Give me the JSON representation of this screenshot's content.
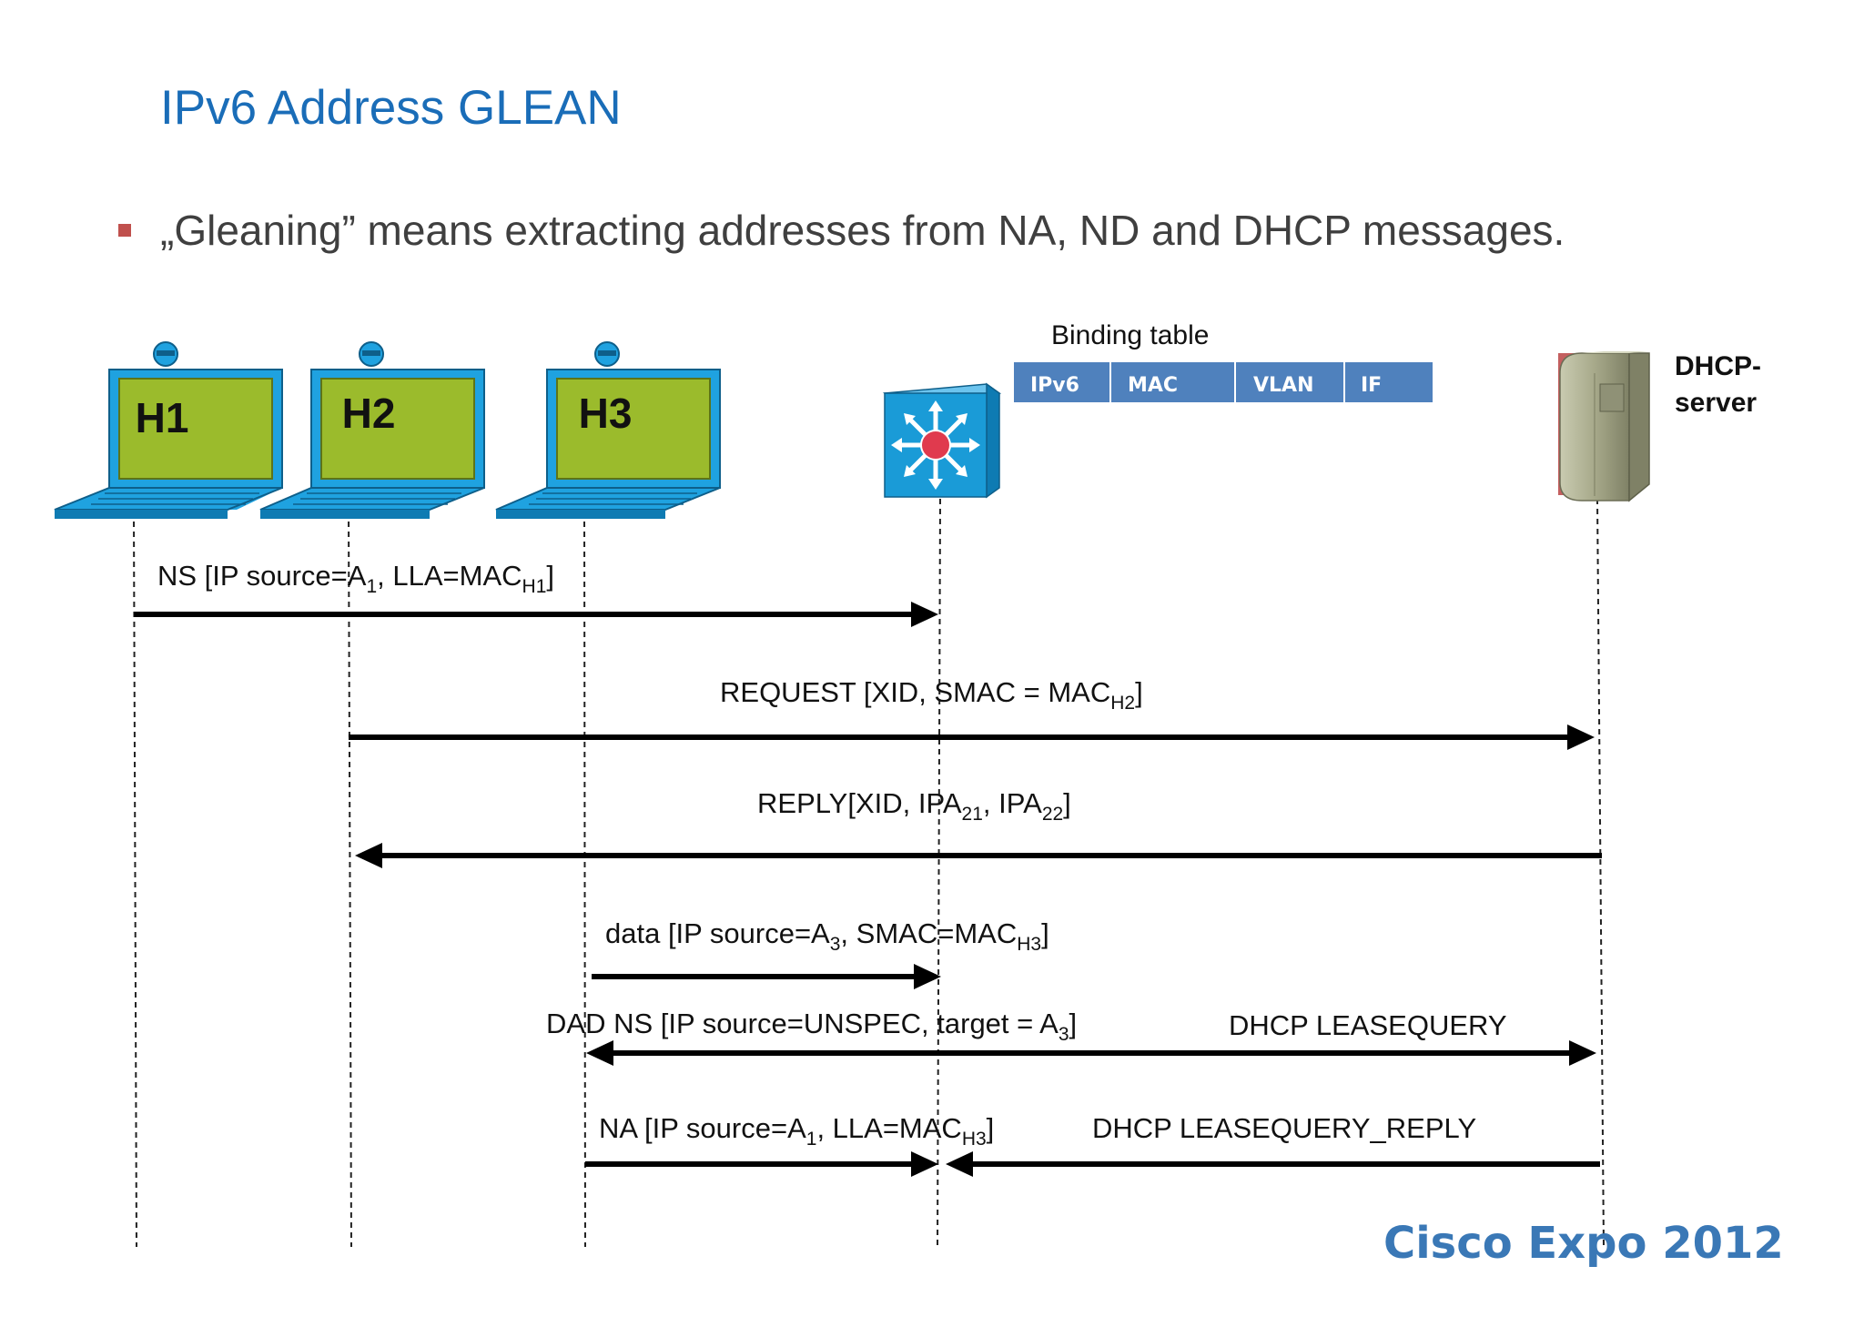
{
  "title": "IPv6 Address GLEAN",
  "bullet": "„Gleaning” means extracting addresses from NA, ND and DHCP messages.",
  "hosts": [
    {
      "label": "H1"
    },
    {
      "label": "H2"
    },
    {
      "label": "H3"
    }
  ],
  "binding_table": {
    "title": "Binding table",
    "columns": [
      "IPv6",
      "MAC",
      "VLAN",
      "IF"
    ]
  },
  "server": {
    "label_line1": "DHCP-",
    "label_line2": "server"
  },
  "messages": {
    "ns": {
      "pre": "NS [IP source=A",
      "s1": "1",
      "mid": ", LLA=MAC",
      "s2": "H1",
      "post": "]"
    },
    "request": {
      "pre": "REQUEST [XID, SMAC = MAC",
      "s1": "H2",
      "post": "]"
    },
    "reply": {
      "pre": "REPLY[XID, IPA",
      "s1": "21",
      "mid": ", IPA",
      "s2": "22",
      "post": "]"
    },
    "data": {
      "pre": "data [IP source=A",
      "s1": "3",
      "mid": ", SMAC=MAC",
      "s2": "H3",
      "post": "]"
    },
    "dad": {
      "pre": "DAD NS [IP source=UNSPEC, target = A",
      "s1": "3",
      "post": "]"
    },
    "leasequery": "DHCP LEASEQUERY",
    "na": {
      "pre": "NA [IP source=A",
      "s1": "1",
      "mid": ", LLA=MAC",
      "s2": "H3",
      "post": "]"
    },
    "leasequery_reply": "DHCP LEASEQUERY_REPLY"
  },
  "logo": "Cisco Expo 2012",
  "colors": {
    "title": "#1a6db8",
    "bullet": "#c0504d",
    "laptop_blue": "#1fa2e0",
    "laptop_screen": "#9bbb2c",
    "switch_blue": "#1a9bd7",
    "switch_center": "#e03a4e",
    "binding_table": "#4f81bd",
    "server": "#a7a98a",
    "logo": "#3a78b6"
  }
}
